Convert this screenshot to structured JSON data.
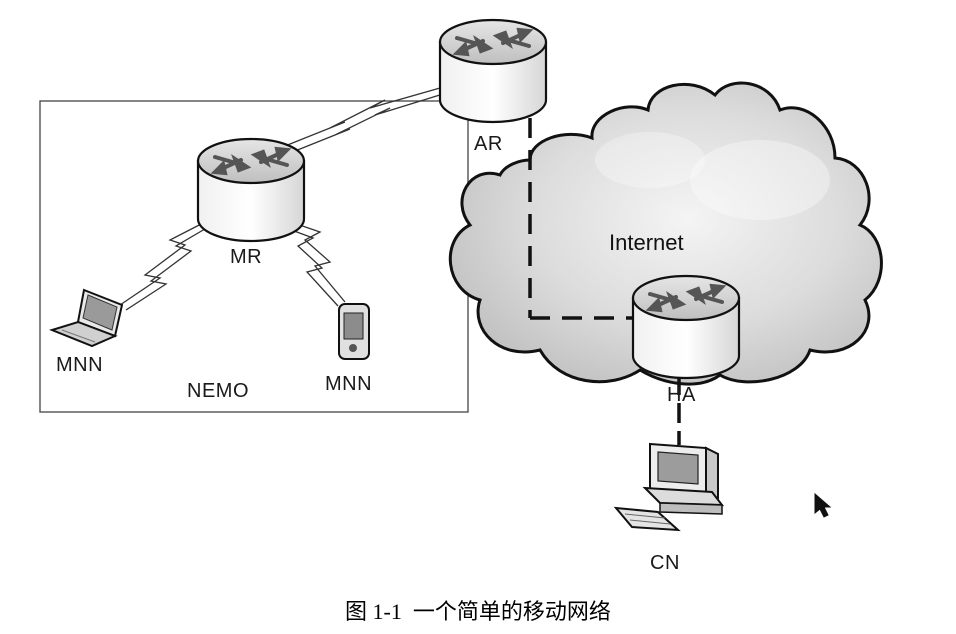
{
  "diagram": {
    "region_label": "NEMO",
    "cloud_label": "Internet",
    "nodes": {
      "ar": "AR",
      "mr": "MR",
      "ha": "HA",
      "mnn_laptop": "MNN",
      "mnn_phone": "MNN",
      "cn": "CN"
    },
    "caption": "图 1-1  一个简单的移动网络"
  },
  "icons": {
    "router": "router-icon",
    "laptop": "laptop-icon",
    "phone": "pda-icon",
    "desktop": "desktop-computer-icon",
    "cloud": "cloud-icon",
    "cursor": "mouse-cursor-icon"
  }
}
